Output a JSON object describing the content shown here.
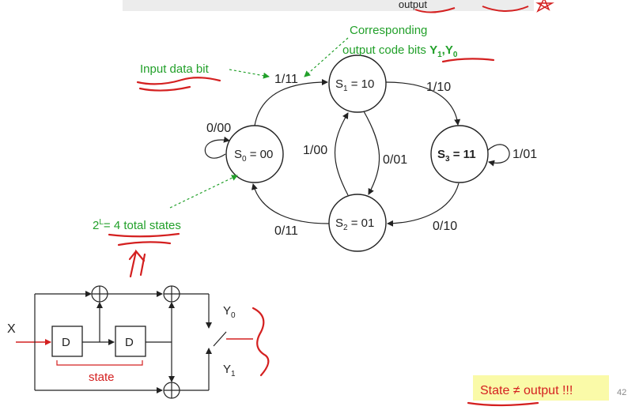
{
  "header": {
    "title_fragment": "output"
  },
  "states": {
    "s0": {
      "prefix": "S",
      "sub": "0",
      "suffix": " = 00"
    },
    "s1": {
      "prefix": "S",
      "sub": "1",
      "suffix": " = 10"
    },
    "s2": {
      "prefix": "S",
      "sub": "2",
      "suffix": " = 01"
    },
    "s3": {
      "prefix": "S",
      "sub": "3",
      "suffix": " = 11"
    }
  },
  "transitions": {
    "s0_to_s1": "1/11",
    "s0_self": "0/00",
    "s1_to_s3": "1/10",
    "s1_to_s2": "0/01",
    "s2_to_s1": "1/00",
    "s2_to_s0": "0/11",
    "s3_self": "1/01",
    "s3_to_s2": "0/10"
  },
  "annotations": {
    "input_data_bit": "Input data bit",
    "corresponding": "Corresponding",
    "output_code_bits_prefix": "output code bits ",
    "output_code_bits_y": "Y",
    "output_code_bits_sub1": "1",
    "output_code_bits_comma": ",",
    "output_code_bits_sub0": "0",
    "total_states_base": "2",
    "total_states_exp": "L",
    "total_states_rest": "= 4 total states"
  },
  "circuit": {
    "input_label": "X",
    "flipflop1": "D",
    "flipflop2": "D",
    "state_label": "state",
    "y0_base": "Y",
    "y0_sub": "0",
    "y1_base": "Y",
    "y1_sub": "1"
  },
  "footer": {
    "note": "State ≠ output !!!",
    "page_number": "42"
  },
  "colors": {
    "green": "#22a02a",
    "red": "#d42020",
    "highlight": "#fafaa8",
    "banner": "#ececec"
  }
}
